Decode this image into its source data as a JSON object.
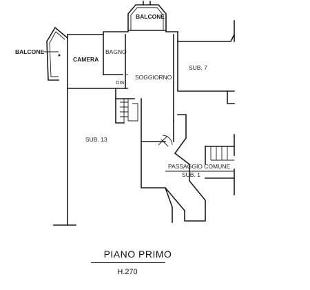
{
  "labels": {
    "balcone_top": "BALCONE",
    "balcone_left": "BALCONE",
    "camera": "CAMERA",
    "bagno": "BAGNO",
    "soggiorno": "SOGGIORNO",
    "dis": "DIS.",
    "sub7": "SUB. 7",
    "sub13": "SUB. 13",
    "passaggio": "PASSAGGIO COMUNE",
    "sub1": "SUB. 1"
  },
  "footer": {
    "title": "PIANO PRIMO",
    "height": "H.270"
  }
}
